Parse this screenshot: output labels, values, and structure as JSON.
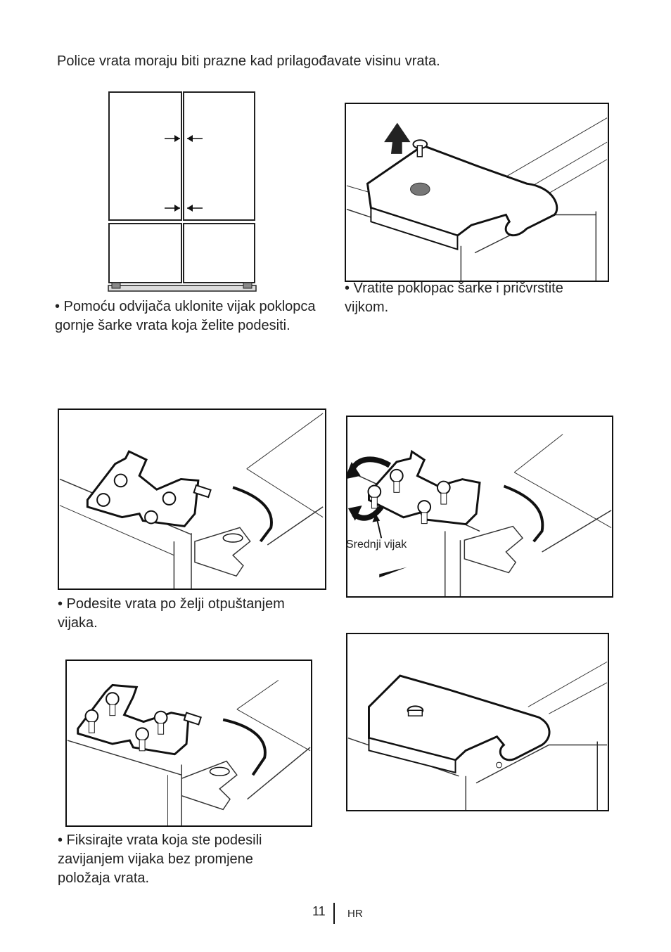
{
  "intro": "Police vrata moraju biti prazne kad prilagođavate visinu vrata.",
  "captions": {
    "remove_screw": "• Pomoću odvijača uklonite vijak poklopca gornje šarke vrata koja želite podesiti.",
    "replace_cover": "• Vratite poklopac šarke i pričvrstite vijkom.",
    "adjust_door": "• Podesite vrata po želji otpuštanjem vijaka.",
    "fix_door": "• Fiksirajte vrata koja ste podesili zavijanjem vijaka bez promjene položaja vrata."
  },
  "callout": "Srednji vijak",
  "footer": {
    "page_number": "11",
    "language": "HR"
  }
}
